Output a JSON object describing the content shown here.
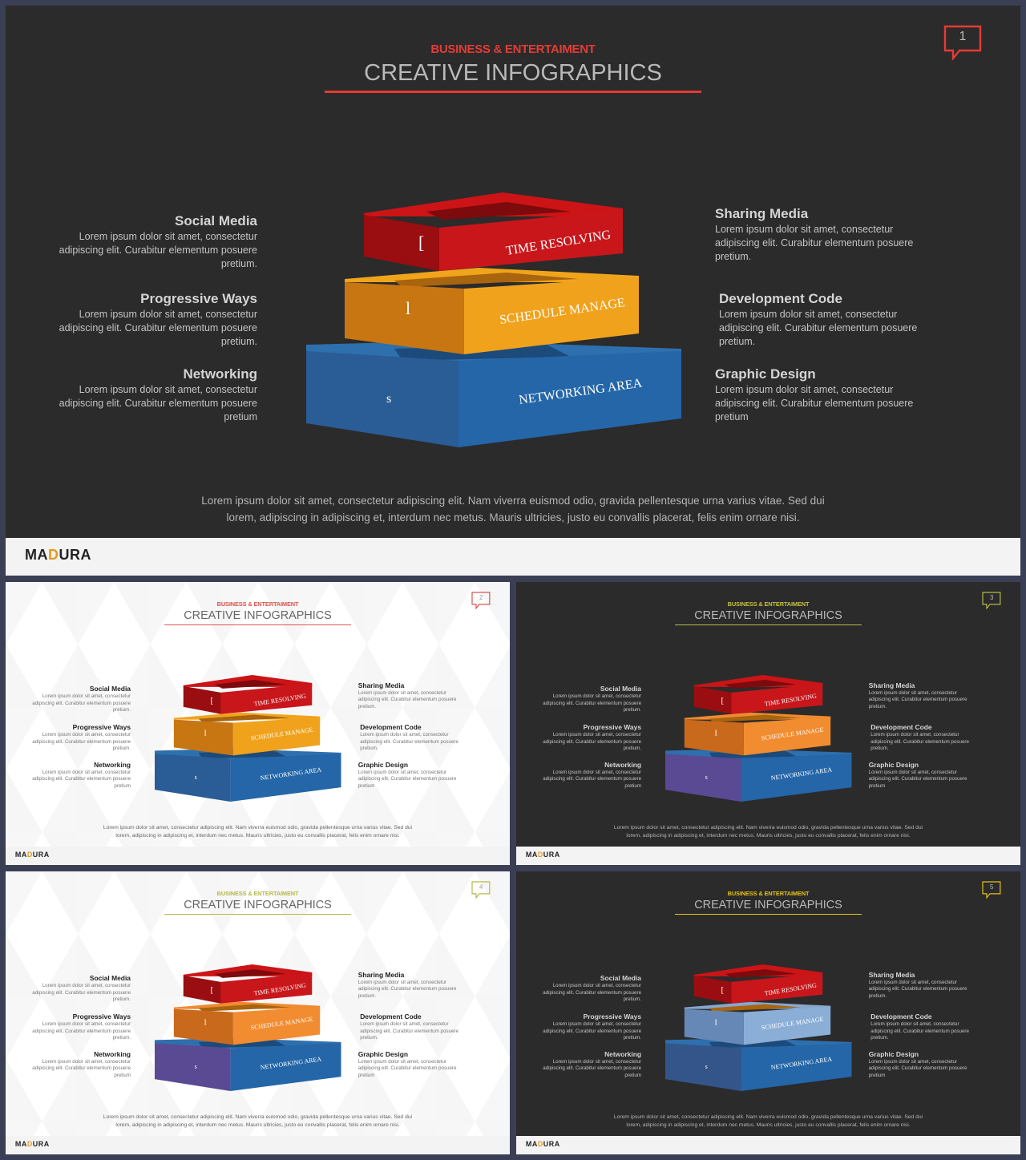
{
  "subtitle": "BUSINESS & ENTERTAIMENT",
  "title": "CREATIVE INFOGRAPHICS",
  "logo": {
    "pre": "MA",
    "mid": "D",
    "post": "URA"
  },
  "left_items": [
    {
      "title": "Social Media",
      "text": "Lorem ipsum dolor sit amet, consectetur adipiscing elit. Curabitur elementum posuere pretium."
    },
    {
      "title": "Progressive Ways",
      "text": "Lorem ipsum dolor sit amet, consectetur adipiscing elit. Curabitur elementum posuere pretium."
    },
    {
      "title": "Networking",
      "text": "Lorem ipsum dolor sit amet, consectetur adipiscing elit. Curabitur elementum posuere pretium"
    }
  ],
  "right_items": [
    {
      "title": "Sharing Media",
      "text": "Lorem ipsum dolor sit amet, consectetur adipiscing elit. Curabitur elementum posuere pretium."
    },
    {
      "title": "Development Code",
      "text": "Lorem ipsum dolor sit amet, consectetur adipiscing elit. Curabitur elementum posuere pretium."
    },
    {
      "title": "Graphic Design",
      "text": "Lorem ipsum dolor sit amet, consectetur adipiscing elit. Curabitur elementum posuere pretium"
    }
  ],
  "tiers": [
    {
      "label": "TIME RESOLVING",
      "glyph": "["
    },
    {
      "label": "SCHEDULE MANAGE",
      "glyph": "l"
    },
    {
      "label": "NETWORKING AREA",
      "glyph": "s"
    }
  ],
  "paragraph_line1": "Lorem ipsum dolor sit amet, consectetur adipiscing elit. Nam viverra euismod odio, gravida pellentesque urna varius vitae. Sed dui",
  "paragraph_line2": "lorem, adipiscing in adipiscing et, interdum nec metus. Mauris ultricies, justo eu convallis placerat, felis enim ornare nisi.",
  "slides": [
    {
      "number": "1",
      "theme": "dark",
      "accent": "#e53b35",
      "subtitle_color": "#e53b35",
      "top": "#cc1417",
      "front": "#c8161b",
      "side": "#9a0d10",
      "mid_top": "#f0a41b",
      "mid_front": "#f0a21d",
      "mid_side": "#c87612",
      "bot_top": "#2e6fad",
      "bot_front": "#2466a8",
      "bot_side": "#2a5c95"
    },
    {
      "number": "2",
      "theme": "light",
      "accent": "#d9534f",
      "subtitle_color": "#d9534f",
      "top": "#cc1417",
      "front": "#c8161b",
      "side": "#9a0d10",
      "mid_top": "#f0a41b",
      "mid_front": "#f0a21d",
      "mid_side": "#c87612",
      "bot_top": "#2e6fad",
      "bot_front": "#2466a8",
      "bot_side": "#2a5c95"
    },
    {
      "number": "3",
      "theme": "dark",
      "accent": "#b5b94a",
      "subtitle_color": "#c6c13c",
      "top": "#cc1417",
      "front": "#c8161b",
      "side": "#9a0d10",
      "mid_top": "#f08a2e",
      "mid_front": "#f28c30",
      "mid_side": "#c8691b",
      "bot_top": "#2e6fad",
      "bot_front": "#2466a8",
      "bot_side": "#5a4a94"
    },
    {
      "number": "4",
      "theme": "light",
      "accent": "#b5b94a",
      "subtitle_color": "#b5b94a",
      "top": "#cc1417",
      "front": "#c8161b",
      "side": "#9a0d10",
      "mid_top": "#f08a2e",
      "mid_front": "#f28c30",
      "mid_side": "#c8691b",
      "bot_top": "#2e6fad",
      "bot_front": "#2466a8",
      "bot_side": "#5a4a94"
    },
    {
      "number": "5",
      "theme": "dark",
      "accent": "#e3c11a",
      "subtitle_color": "#e3c11a",
      "top": "#cc1417",
      "front": "#c8161b",
      "side": "#9a0d10",
      "mid_top": "#87a7cf",
      "mid_front": "#8aaed6",
      "mid_side": "#6688b7",
      "bot_top": "#2e6fad",
      "bot_front": "#2466a8",
      "bot_side": "#34558a"
    }
  ]
}
